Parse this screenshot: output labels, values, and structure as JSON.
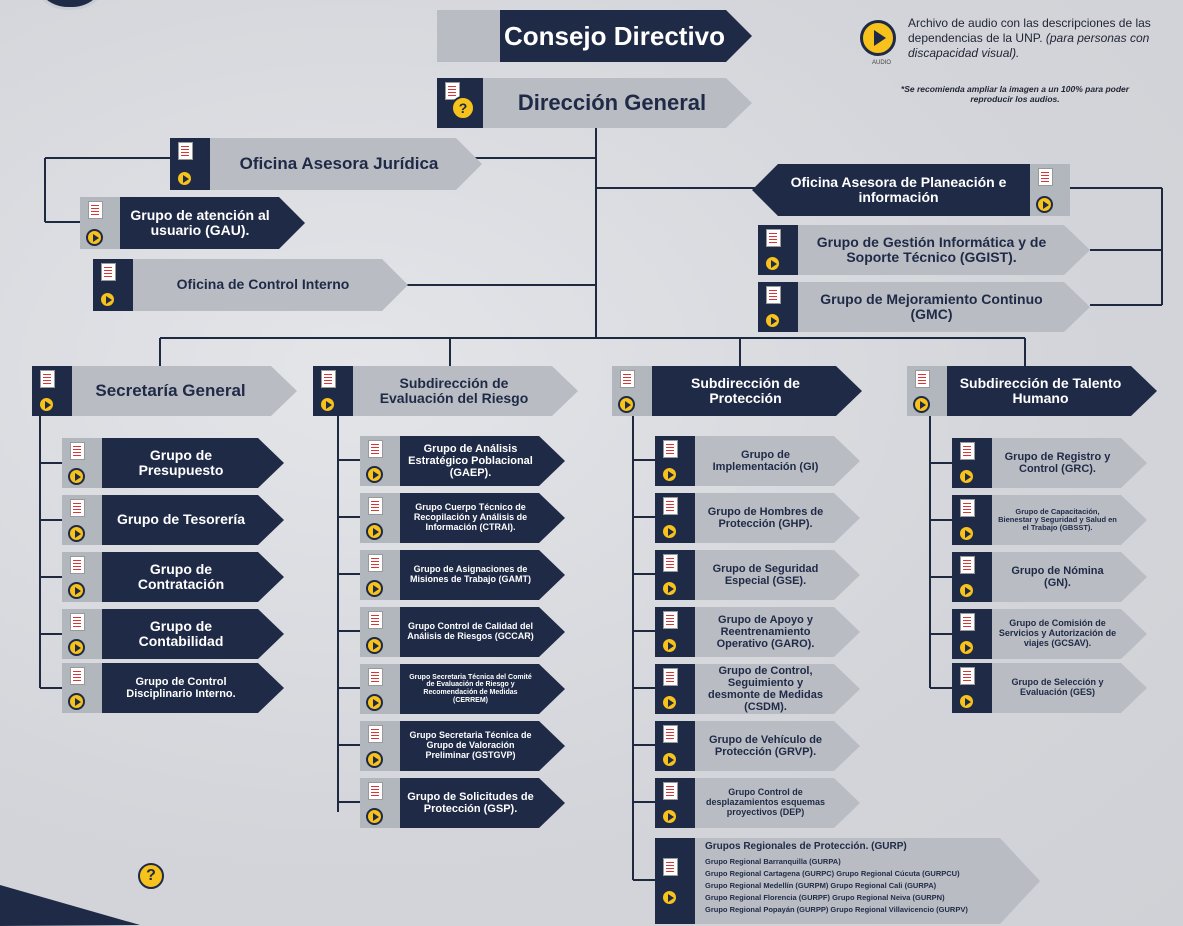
{
  "top": {
    "consejo": "Consejo Directivo",
    "direccion": "Dirección General",
    "audio_note": "Archivo de audio con las descripciones de las dependencias de la UNP.",
    "audio_note_italic": "(para personas con discapacidad visual).",
    "audio_tiny": "AUDIO",
    "recommend": "*Se recomienda ampliar la imagen a un 100% para poder reproducir los audios."
  },
  "left_branch": {
    "juridica": "Oficina Asesora Jurídica",
    "gau": "Grupo de atención al usuario (GAU).",
    "control_interno": "Oficina de Control Interno"
  },
  "right_branch": {
    "planeacion": "Oficina Asesora de Planeación e información",
    "ggist": "Grupo de Gestión Informática y de Soporte Técnico (GGIST).",
    "gmc": "Grupo de Mejoramiento Continuo (GMC)"
  },
  "columns": [
    {
      "title": "Secretaría General",
      "groups": [
        "Grupo de Presupuesto",
        "Grupo de Tesorería",
        "Grupo de Contratación",
        "Grupo de Contabilidad",
        "Grupo de Control Disciplinario Interno."
      ]
    },
    {
      "title": "Subdirección de Evaluación del Riesgo",
      "groups": [
        "Grupo de Análisis Estratégico Poblacional (GAEP).",
        "Grupo Cuerpo Técnico de Recopilación y Análisis de Información (CTRAI).",
        "Grupo de Asignaciones de Misiones de Trabajo (GAMT)",
        "Grupo Control de Calidad del Análisis de Riesgos (GCCAR)",
        "Grupo Secretaria Técnica del Comité de Evaluación de Riesgo y Recomendación de Medidas (CERREM)",
        "Grupo Secretaria Técnica de Grupo de Valoración Preliminar (GSTGVP)",
        "Grupo de Solicitudes de Protección (GSP)."
      ]
    },
    {
      "title": "Subdirección de Protección",
      "groups": [
        "Grupo de Implementación (GI)",
        "Grupo de Hombres de Protección (GHP).",
        "Grupo de Seguridad Especial (GSE).",
        "Grupo de Apoyo y Reentrenamiento Operativo (GARO).",
        "Grupo de Control, Seguimiento y desmonte de Medidas (CSDM).",
        "Grupo de Vehículo de Protección (GRVP).",
        "Grupo Control de desplazamientos esquemas proyectivos (DEP)"
      ]
    },
    {
      "title": "Subdirección de Talento Humano",
      "groups": [
        "Grupo de Registro y Control (GRC).",
        "Grupo de Capacitación, Bienestar y Seguridad y Salud en el Trabajo (GBSST).",
        "Grupo de Nómina (GN).",
        "Grupo de Comisión de Servicios y Autorización de viajes (GCSAV).",
        "Grupo de Selección y Evaluación (GES)"
      ]
    }
  ],
  "gurp": {
    "title": "Grupos Regionales de Protección. (GURP)",
    "lines": [
      "Grupo Regional Barranquilla (GURPA)",
      "Grupo Regional Cartagena (GURPC) Grupo Regional Cúcuta (GURPCU)",
      "Grupo Regional Medellín (GURPM) Grupo Regional Cali (GURPA)",
      "Grupo Regional Florencia (GURPF) Grupo Regional Neiva (GURPN)",
      "Grupo Regional Popayán (GURPP) Grupo Regional Villavicencio (GURPV)"
    ]
  },
  "help_glyph": "?",
  "colors": {
    "navy": "#1f2a46",
    "gray": "#b9bcc3",
    "accent": "#f6c21b"
  }
}
